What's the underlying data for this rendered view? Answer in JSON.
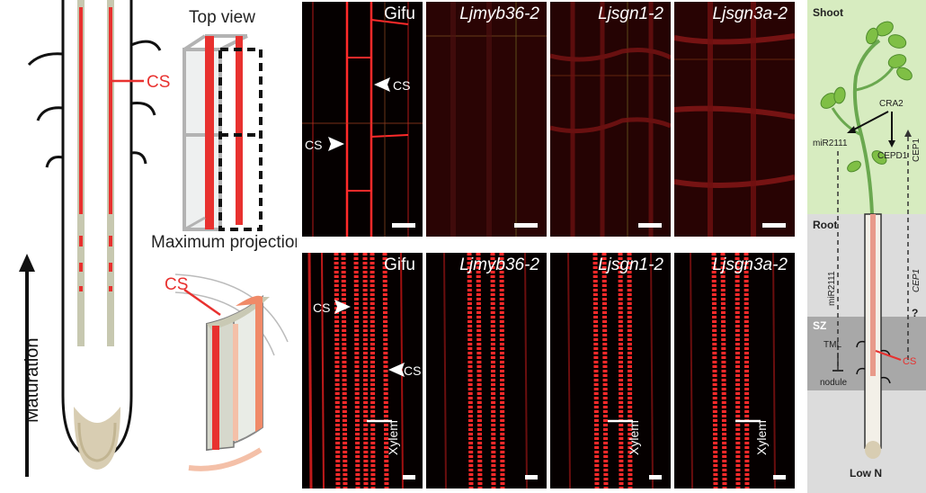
{
  "schematic": {
    "top_view_label": "Top view",
    "max_projection_label": "Maximum projection",
    "maturation_label": "Maturation",
    "cs_label": "CS"
  },
  "colors": {
    "cs_red": "#e8312f",
    "fluor_red": "#ff2a2a",
    "shoot_bg": "#d7ecc0",
    "root_bg": "#dcdcdc",
    "sz_bg": "#a8a8a8",
    "leaf_green": "#7fbf45"
  },
  "top_row": [
    {
      "label": "Gifu",
      "italic": false
    },
    {
      "label": "Ljmyb36-2",
      "italic": true
    },
    {
      "label": "Ljsgn1-2",
      "italic": true
    },
    {
      "label": "Ljsgn3a-2",
      "italic": true
    }
  ],
  "bottom_row": [
    {
      "label": "Gifu",
      "italic": false
    },
    {
      "label": "Ljmyb36-2",
      "italic": true
    },
    {
      "label": "Ljsgn1-2",
      "italic": true
    },
    {
      "label": "Ljsgn3a-2",
      "italic": true
    }
  ],
  "micro_annotations": {
    "cs": "CS",
    "xylem": "Xylem"
  },
  "model": {
    "shoot_label": "Shoot",
    "root_label": "Root",
    "sz_label": "SZ",
    "low_n_label": "Low N",
    "cra2": "CRA2",
    "mir2111_shoot": "miR2111",
    "cepd1": "CEPD1",
    "cep1_shoot": "CEP1",
    "mir2111_root": "miR2111",
    "cep1_root": "CEP1",
    "question": "?",
    "tml": "TML",
    "nodule": "nodule",
    "cs": "CS"
  }
}
